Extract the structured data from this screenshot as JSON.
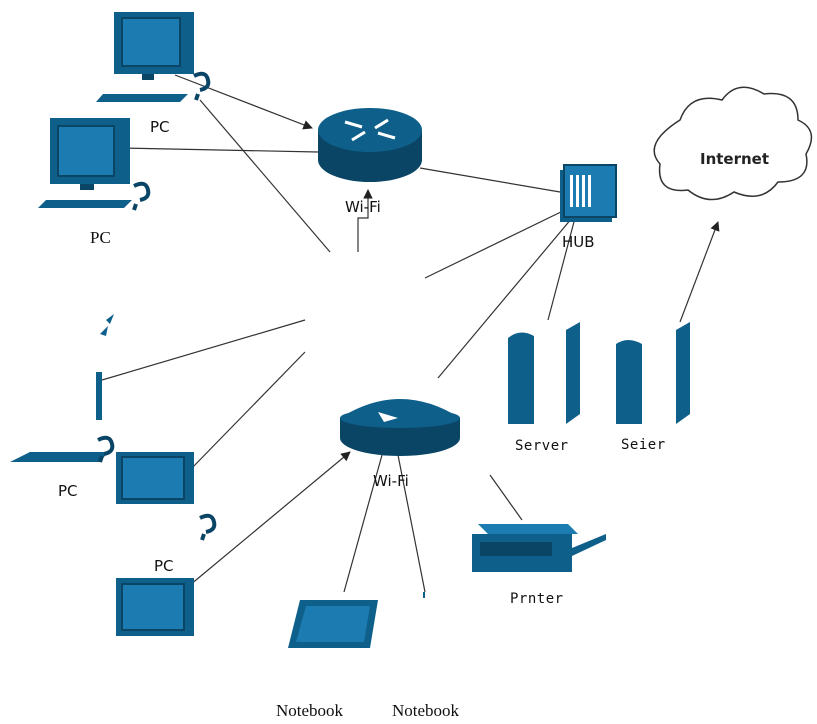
{
  "colors": {
    "device": "#0e5f8a",
    "device_dark": "#0a4566",
    "screen": "#1c7bb0",
    "line": "#333333"
  },
  "labels": {
    "pc_top": "PC",
    "pc_left": "PC",
    "pc_lower_left": "PC",
    "pc_bottom": "PC",
    "wifi_top": "Wi-Fi",
    "wifi_bottom": "Wi-Fi",
    "hub": "HUB",
    "internet": "Internet",
    "server_1": "Server",
    "server_2": "Seier",
    "printer": "Prnter",
    "notebook_1": "Notebook",
    "notebook_2": "Notebook"
  },
  "icons": [
    "desktop-pc-icon",
    "router-icon",
    "hub-icon",
    "cloud-icon",
    "server-icon",
    "printer-icon",
    "notebook-icon",
    "wireless-router-icon"
  ]
}
